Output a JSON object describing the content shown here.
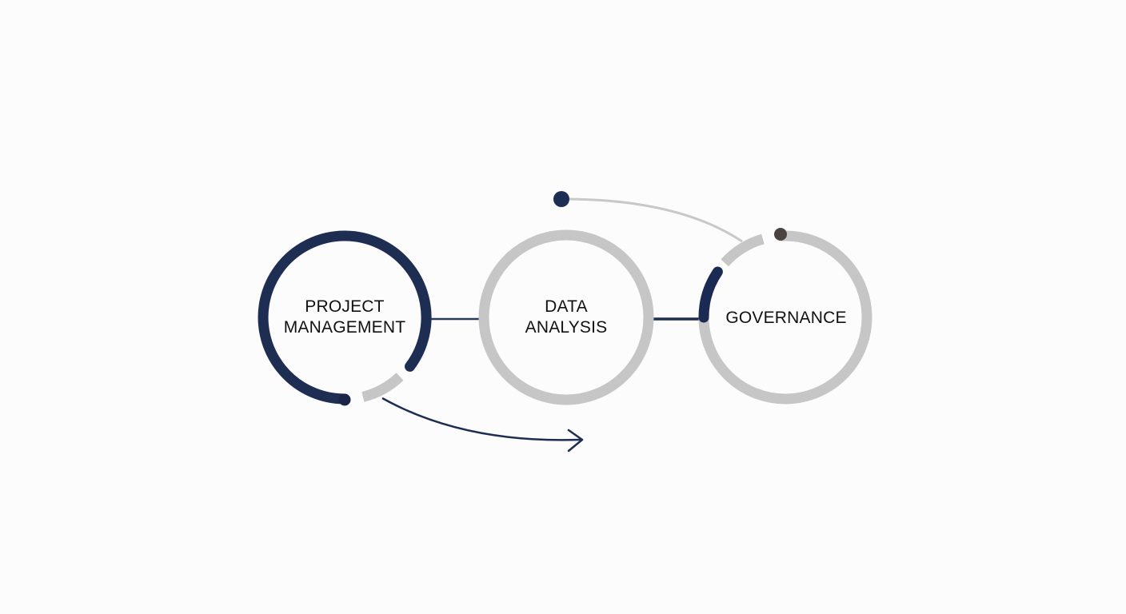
{
  "nodes": [
    {
      "line1": "PROJECT",
      "line2": "MANAGEMENT"
    },
    {
      "line1": "DATA",
      "line2": "ANALYSIS"
    },
    {
      "line1": "GOVERNANCE"
    }
  ],
  "colors": {
    "navy": "#1e2d52",
    "gray": "#c6c6c6",
    "dot_brown": "#4a4340",
    "background": "#fcfcfc"
  }
}
